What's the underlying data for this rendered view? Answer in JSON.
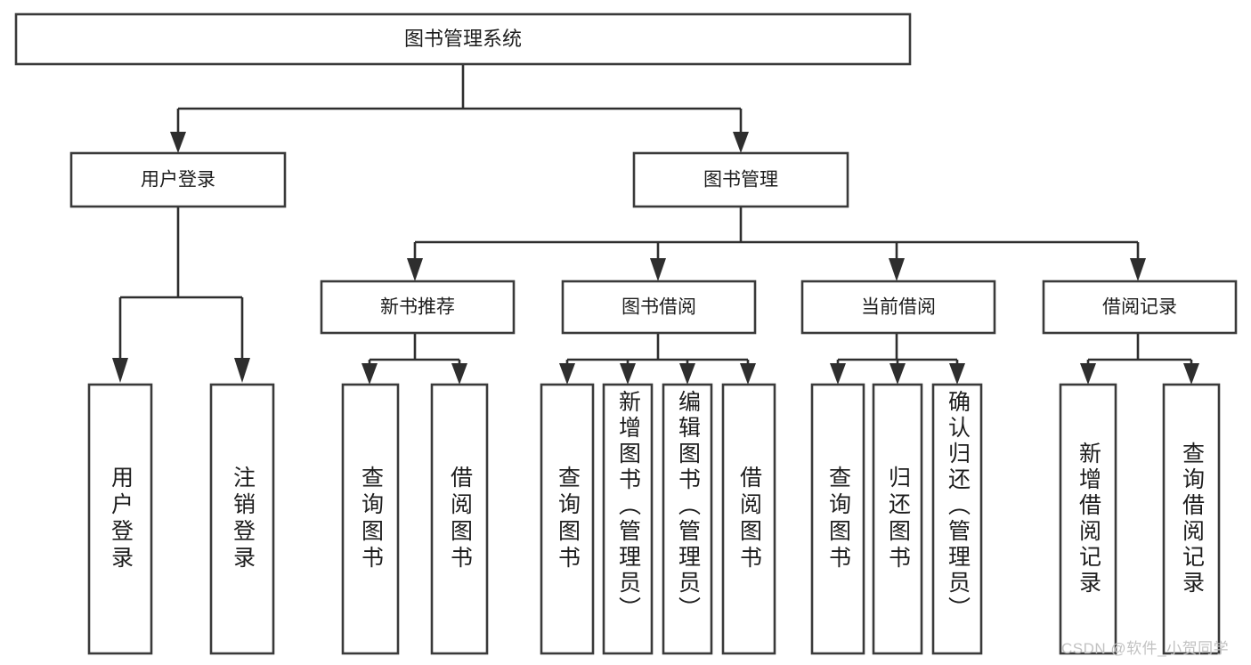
{
  "diagram": {
    "type": "tree-hierarchy",
    "title": "图书管理系统",
    "watermark": "CSDN @软件_小贺同学",
    "colors": {
      "box_stroke": "#3a3a3a",
      "connector": "#2e2e2e",
      "background": "#ffffff",
      "text": "#1d1d1d",
      "watermark": "#c2c2c2"
    },
    "levels": {
      "root": {
        "label": "图书管理系统"
      },
      "level2": [
        {
          "label": "用户登录"
        },
        {
          "label": "图书管理"
        }
      ],
      "level3": [
        {
          "label": "新书推荐"
        },
        {
          "label": "图书借阅"
        },
        {
          "label": "当前借阅"
        },
        {
          "label": "借阅记录"
        }
      ],
      "leaves": {
        "user_login": [
          {
            "label": "用户登录"
          },
          {
            "label": "注销登录"
          }
        ],
        "new_book_recommend": [
          {
            "label": "查询图书"
          },
          {
            "label": "借阅图书"
          }
        ],
        "book_borrow": [
          {
            "label": "查询图书"
          },
          {
            "label": "新增图书（管理员）"
          },
          {
            "label": "编辑图书（管理员）"
          },
          {
            "label": "借阅图书"
          }
        ],
        "current_borrow": [
          {
            "label": "查询图书"
          },
          {
            "label": "归还图书"
          },
          {
            "label": "确认归还（管理员）"
          }
        ],
        "borrow_record": [
          {
            "label": "新增借阅记录"
          },
          {
            "label": "查询借阅记录"
          }
        ]
      }
    }
  }
}
